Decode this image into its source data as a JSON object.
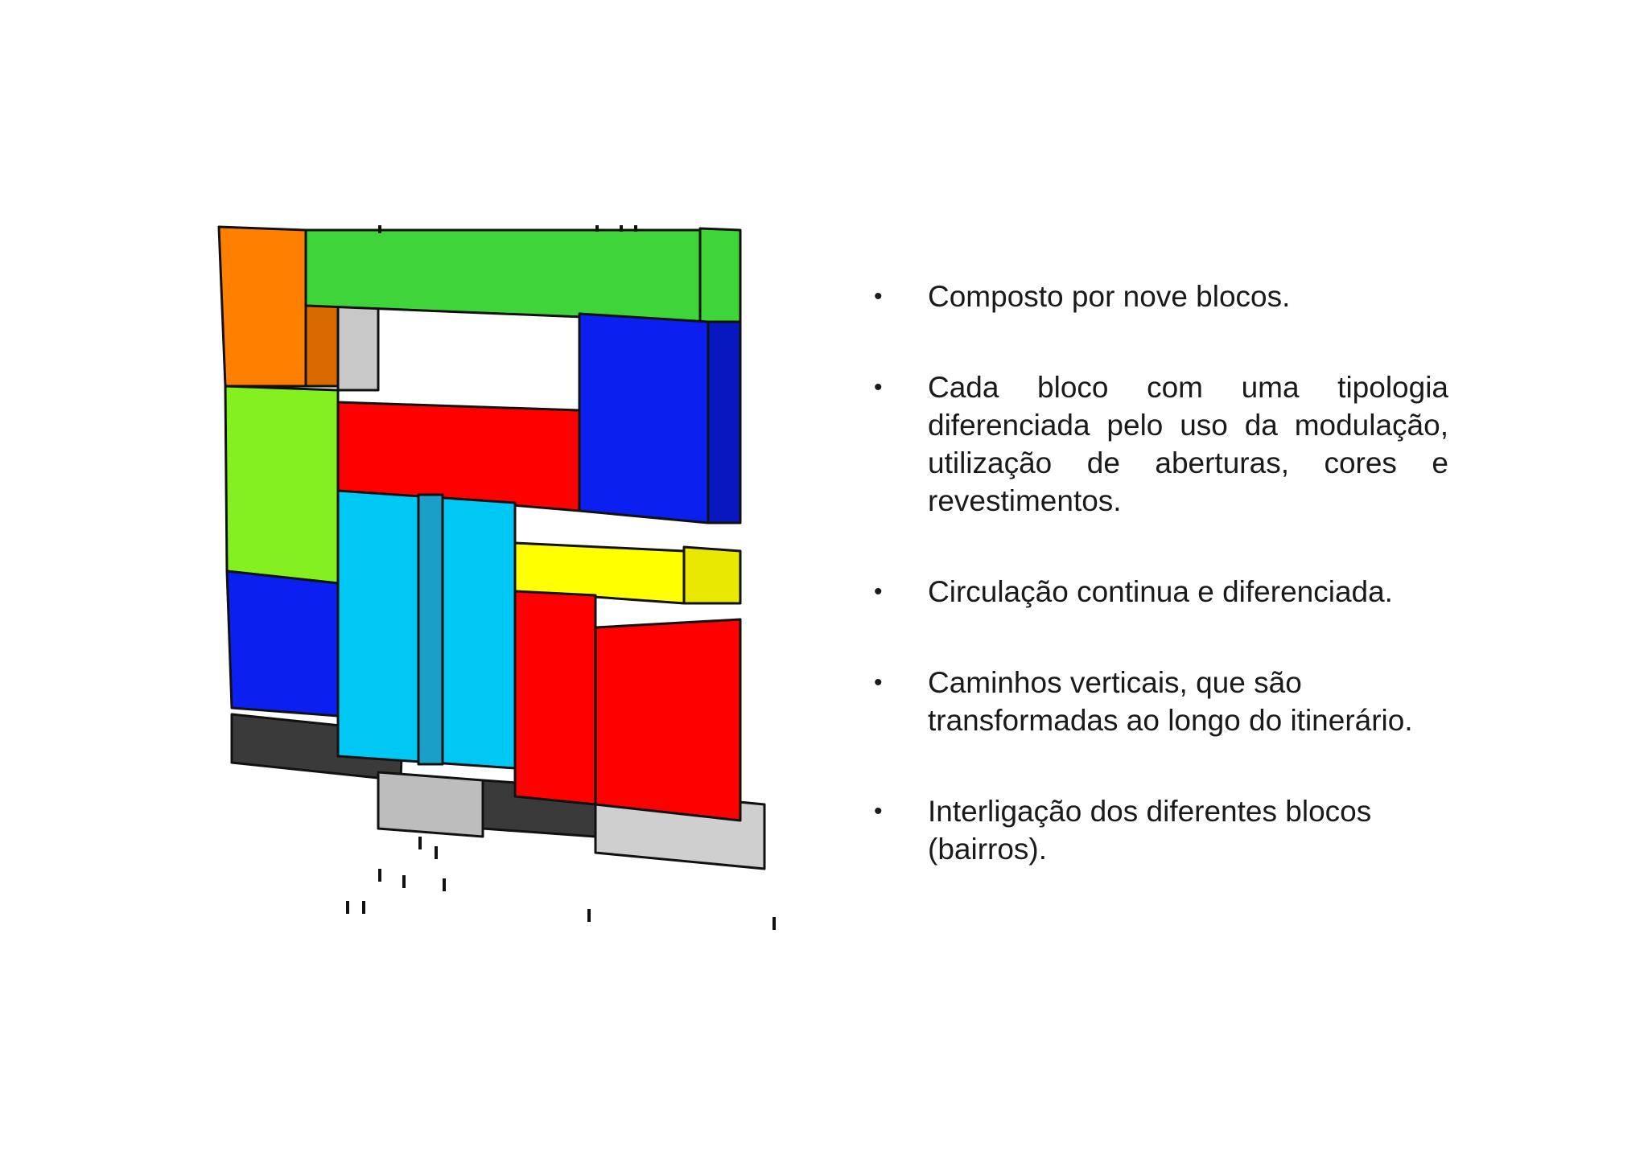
{
  "slide": {
    "bullet_glyph": "•",
    "bullets": [
      {
        "text": "Composto por nove blocos."
      },
      {
        "text": "Cada bloco com uma tipologia diferenciada pelo uso da modulação, utilização de aberturas, cores e revestimentos."
      },
      {
        "text": "Circulação continua e diferenciada."
      },
      {
        "text": "Caminhos verticais, que são transformadas ao longo do itinerário."
      },
      {
        "text": "Interligação dos diferentes blocos (bairros)."
      }
    ]
  },
  "colors": {
    "orange": "#ff8000",
    "green": "#3fd43a",
    "lime": "#84f01f",
    "blue": "#0a1ff0",
    "red": "#ff0000",
    "cyan": "#00c8f5",
    "yellow": "#ffff00",
    "dark": "#3a3a3a",
    "text": "#1a1a1a"
  }
}
